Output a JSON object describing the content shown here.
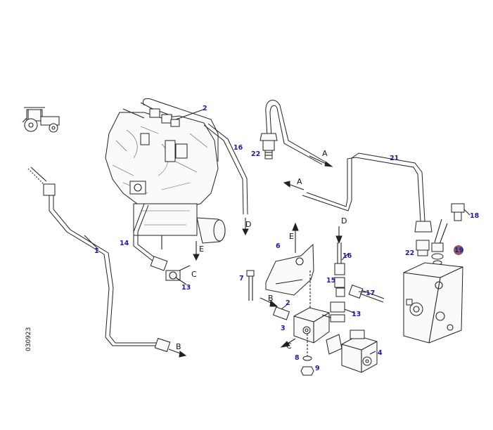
{
  "drawing_code": "030923",
  "callouts": [
    {
      "id": "c1",
      "text": "1"
    },
    {
      "id": "c2a",
      "text": "2"
    },
    {
      "id": "c2b",
      "text": "2"
    },
    {
      "id": "c3",
      "text": "3"
    },
    {
      "id": "c4",
      "text": "4"
    },
    {
      "id": "c6",
      "text": "6"
    },
    {
      "id": "c7",
      "text": "7"
    },
    {
      "id": "c8",
      "text": "8"
    },
    {
      "id": "c9",
      "text": "9"
    },
    {
      "id": "c13a",
      "text": "13"
    },
    {
      "id": "c13b",
      "text": "13"
    },
    {
      "id": "c14",
      "text": "14"
    },
    {
      "id": "c15",
      "text": "15"
    },
    {
      "id": "c16a",
      "text": "16"
    },
    {
      "id": "c16b",
      "text": "16"
    },
    {
      "id": "c17",
      "text": "17"
    },
    {
      "id": "c18",
      "text": "18"
    },
    {
      "id": "c19",
      "text": "19"
    },
    {
      "id": "c21",
      "text": "21"
    },
    {
      "id": "c22a",
      "text": "22"
    },
    {
      "id": "c22b",
      "text": "22"
    }
  ],
  "flow_letters": [
    {
      "id": "fA1",
      "text": "A"
    },
    {
      "id": "fA2",
      "text": "A"
    },
    {
      "id": "fB1",
      "text": "B"
    },
    {
      "id": "fB2",
      "text": "B"
    },
    {
      "id": "fC1",
      "text": "C"
    },
    {
      "id": "fC2",
      "text": "C"
    },
    {
      "id": "fD1",
      "text": "D"
    },
    {
      "id": "fD2",
      "text": "D"
    },
    {
      "id": "fE1",
      "text": "E"
    },
    {
      "id": "fE2",
      "text": "E"
    }
  ],
  "colors": {
    "callout": "#1a1aa8",
    "line": "#222222",
    "highlight": "#8a4a4a"
  }
}
